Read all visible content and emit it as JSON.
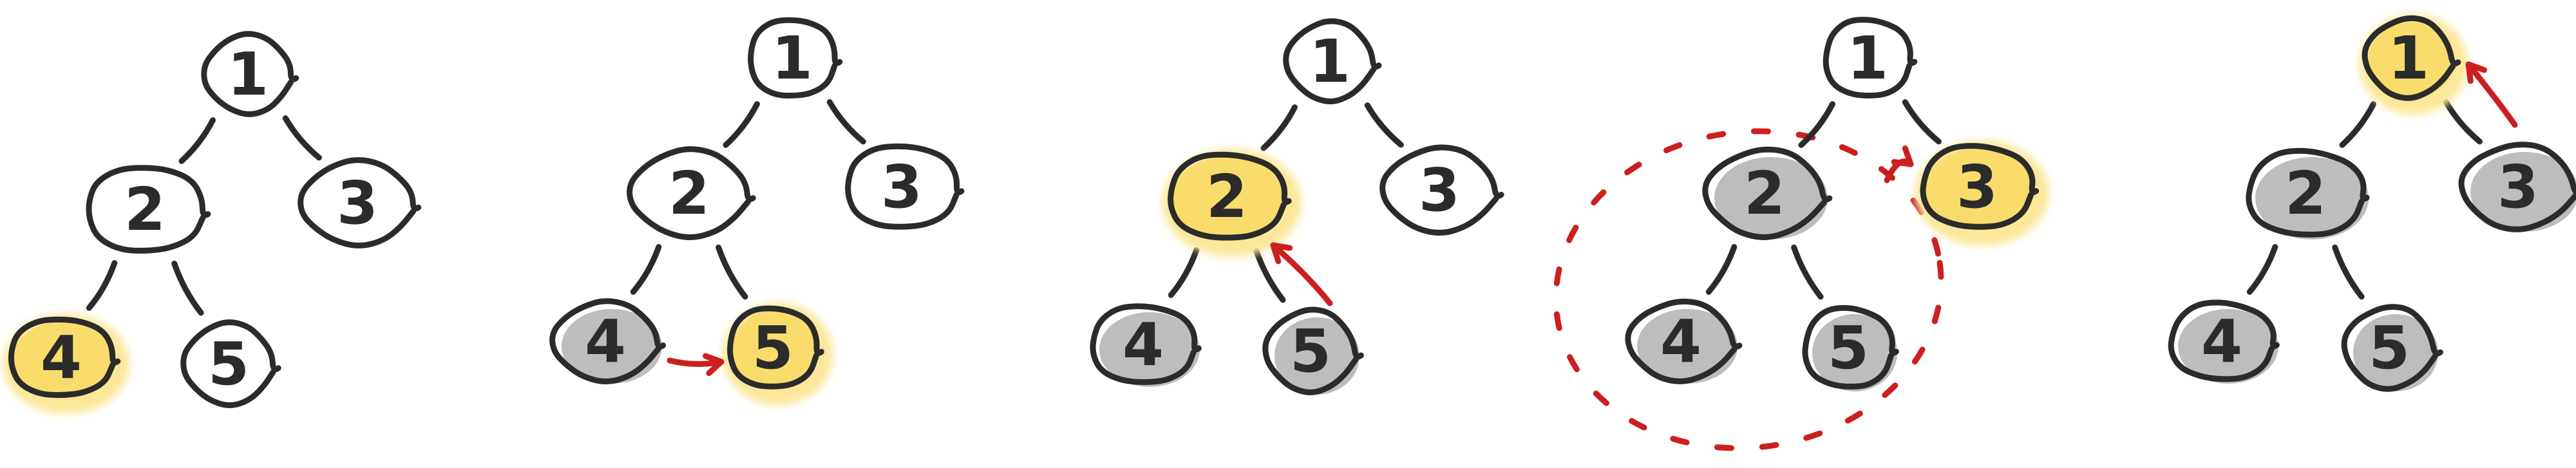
{
  "colors": {
    "stroke": "#2b2b2b",
    "visited": "#bdbdbd",
    "current": "#f9dc6b",
    "current_glow": "#fbe79a",
    "arrow": "#cc1f1f"
  },
  "trees": [
    {
      "nodes": [
        {
          "id": "1",
          "state": "unvisited"
        },
        {
          "id": "2",
          "state": "unvisited"
        },
        {
          "id": "3",
          "state": "unvisited"
        },
        {
          "id": "4",
          "state": "current"
        },
        {
          "id": "5",
          "state": "unvisited"
        }
      ],
      "arrow": null,
      "highlight": null
    },
    {
      "nodes": [
        {
          "id": "1",
          "state": "unvisited"
        },
        {
          "id": "2",
          "state": "unvisited"
        },
        {
          "id": "3",
          "state": "unvisited"
        },
        {
          "id": "4",
          "state": "visited"
        },
        {
          "id": "5",
          "state": "current"
        }
      ],
      "arrow": {
        "from": "4",
        "to": "5"
      },
      "highlight": null
    },
    {
      "nodes": [
        {
          "id": "1",
          "state": "unvisited"
        },
        {
          "id": "2",
          "state": "current"
        },
        {
          "id": "3",
          "state": "unvisited"
        },
        {
          "id": "4",
          "state": "visited"
        },
        {
          "id": "5",
          "state": "visited"
        }
      ],
      "arrow": {
        "from": "5",
        "to": "2"
      },
      "highlight": null
    },
    {
      "nodes": [
        {
          "id": "1",
          "state": "unvisited"
        },
        {
          "id": "2",
          "state": "visited"
        },
        {
          "id": "3",
          "state": "current"
        },
        {
          "id": "4",
          "state": "visited"
        },
        {
          "id": "5",
          "state": "visited"
        }
      ],
      "arrow": {
        "from": "subtree-2",
        "to": "3"
      },
      "highlight": "subtree-2"
    },
    {
      "nodes": [
        {
          "id": "1",
          "state": "current"
        },
        {
          "id": "2",
          "state": "visited"
        },
        {
          "id": "3",
          "state": "visited"
        },
        {
          "id": "4",
          "state": "visited"
        },
        {
          "id": "5",
          "state": "visited"
        }
      ],
      "arrow": {
        "from": "3",
        "to": "1"
      },
      "highlight": null
    }
  ]
}
